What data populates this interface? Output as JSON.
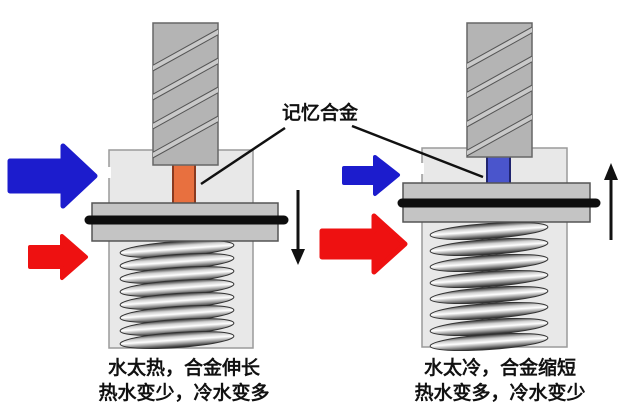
{
  "label": {
    "memory_alloy": "记忆合金"
  },
  "left_valve": {
    "state": "water-too-hot",
    "caption_line1": "水太热，合金伸长",
    "caption_line2": "热水变少，冷水变多",
    "motion": "down"
  },
  "right_valve": {
    "state": "water-too-cold",
    "caption_line1": "水太冷，合金缩短",
    "caption_line2": "热水变多，冷水变少",
    "motion": "up"
  },
  "colors": {
    "cold_water_arrow": "#1c1ccd",
    "hot_water_arrow": "#ee1111",
    "alloy_extended_hot": "#e8703f",
    "alloy_contracted_cold": "#4a55cc",
    "seal_bar": "#0d0d0d",
    "screw_body": "#b4b4b4",
    "valve_body": "#e8e8e8",
    "plate": "#c4c4c4"
  }
}
